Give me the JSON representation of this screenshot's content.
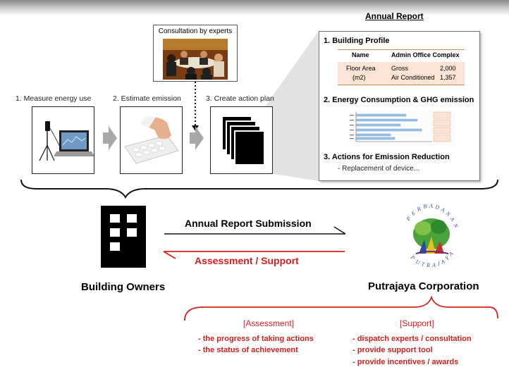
{
  "annual_report": {
    "title": "Annual Report",
    "sections": [
      "1. Building Profile",
      "2. Energy Consumption & GHG emission",
      "3. Actions for Emission Reduction"
    ],
    "profile_table": {
      "headers": [
        "Name",
        "Admin Office Complex"
      ],
      "row_label_1": "Floor Area",
      "row_label_2": "(m2)",
      "rows": [
        {
          "type": "Gross",
          "value": "2,000"
        },
        {
          "type": "Air Conditioned",
          "value": "1,357"
        }
      ]
    },
    "action_item": "- Replacement of device..."
  },
  "consultation": {
    "label": "Consultation by experts"
  },
  "steps": [
    {
      "label": "1. Measure energy use"
    },
    {
      "label": "2. Estimate emission"
    },
    {
      "label": "3. Create action plan"
    }
  ],
  "flow": {
    "submission": "Annual Report Submission",
    "assessment_support": "Assessment / Support"
  },
  "parties": {
    "owners": "Building Owners",
    "corporation": "Putrajaya Corporation",
    "logo_text_top": "PERBADANAN",
    "logo_text_bottom": "PUTRAJAYA"
  },
  "assessment": {
    "title": "[Assessment]",
    "items": [
      "- the progress of taking actions",
      "- the status of achievement"
    ]
  },
  "support": {
    "title": "[Support]",
    "items": [
      "- dispatch experts / consultation",
      "- provide support tool",
      "- provide incentives / awards"
    ]
  },
  "colors": {
    "red": "#d42020",
    "gray_arrow": "#a8a8a8",
    "table_fill": "#fbe4d5"
  }
}
